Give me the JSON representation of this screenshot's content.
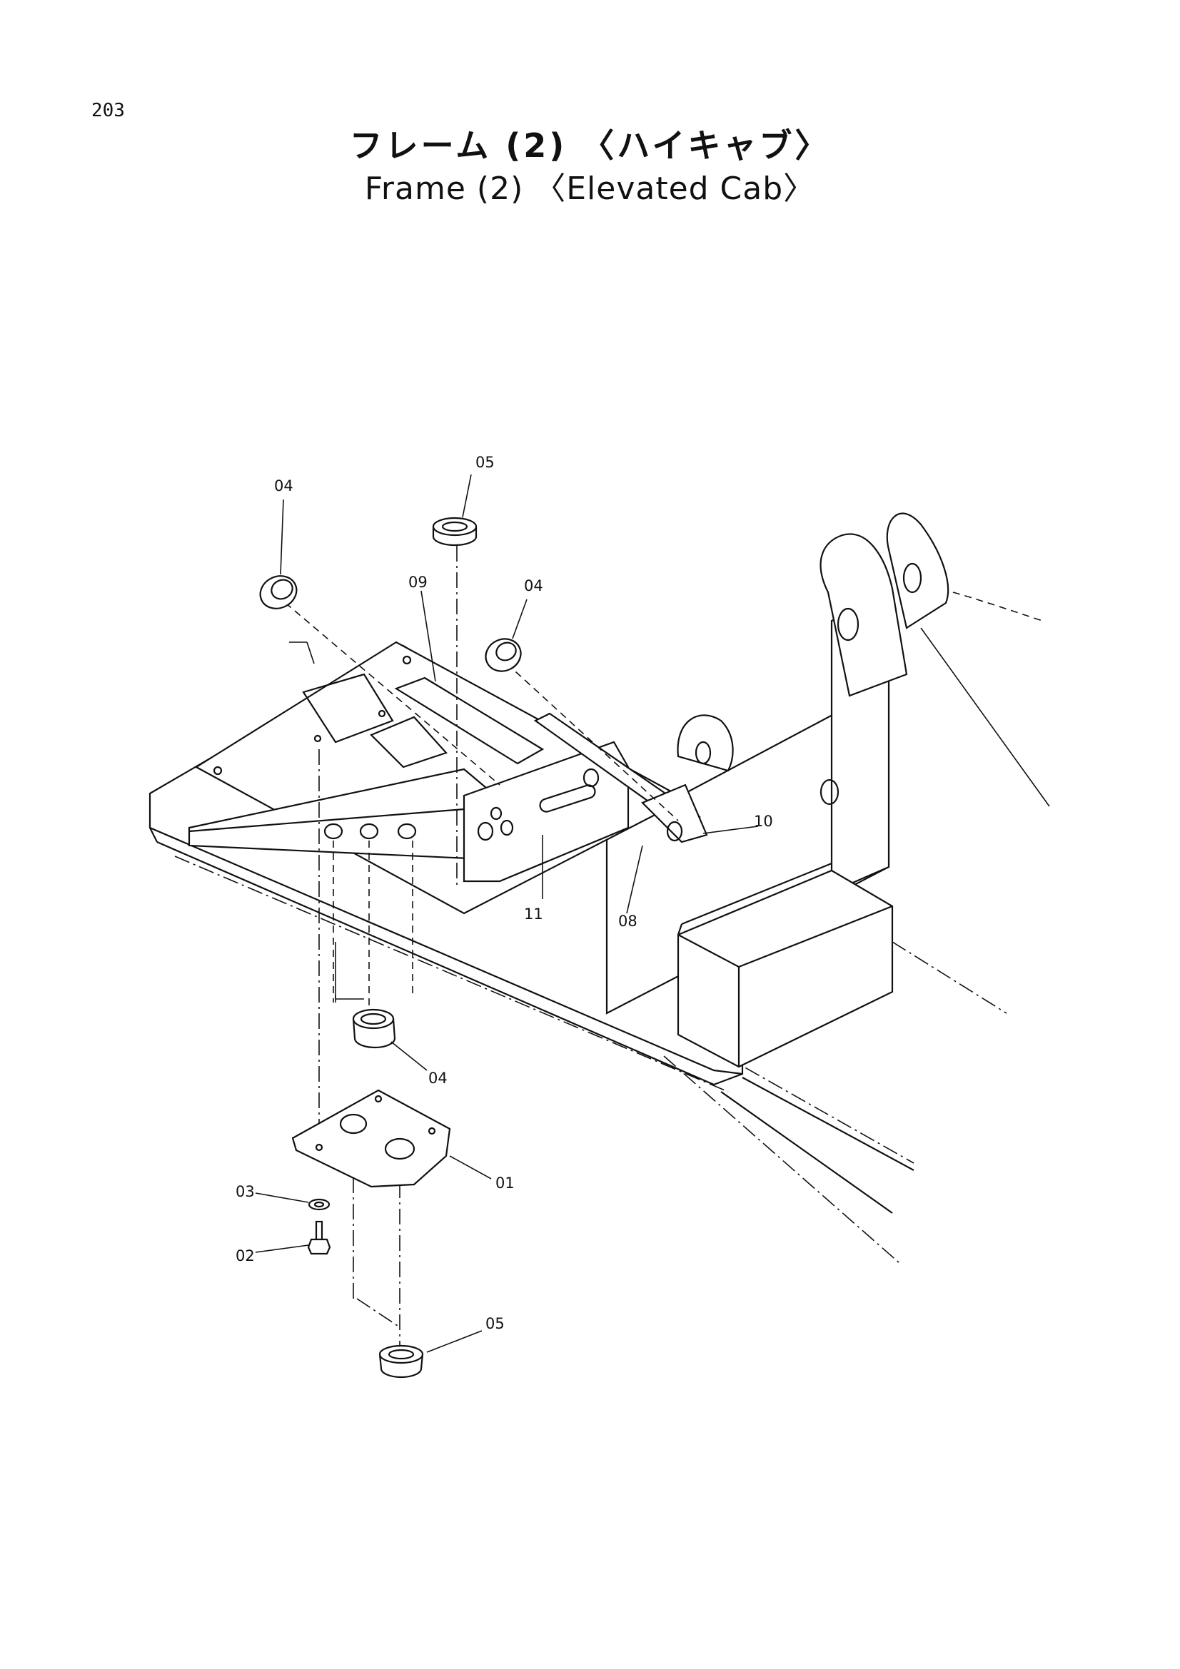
{
  "page": {
    "number": "203",
    "title_jp": "フレーム (2) 〈ハイキャブ〉",
    "title_en": "Frame (2) 〈Elevated Cab〉"
  },
  "callouts": {
    "c01": "01",
    "c02": "02",
    "c03": "03",
    "c04_top_left": "04",
    "c04_top_right": "04",
    "c04_bottom": "04",
    "c05_top": "05",
    "c05_bottom": "05",
    "c08": "08",
    "c09": "09",
    "c10": "10",
    "c11": "11"
  }
}
